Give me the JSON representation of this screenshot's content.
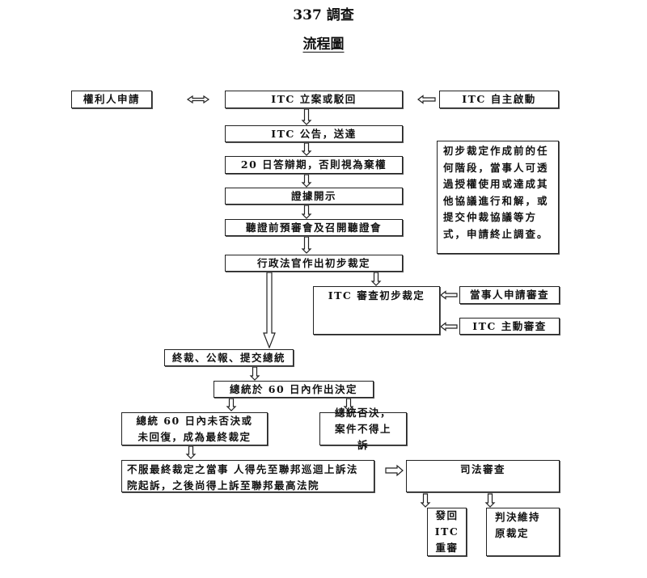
{
  "title": "337 調查",
  "subtitle": "流程圖",
  "nodes": {
    "rights_holder": "權利人申請",
    "itc_file_or_reject": "ITC 立案或駁回",
    "itc_self_initiate": "ITC 自主啟動",
    "itc_notice": "ITC 公告，送達",
    "response_period": "20 日答辯期，否則視為棄權",
    "discovery": "證據開示",
    "hearing": "聽證前預審會及召開聽證會",
    "initial_determination": "行政法官作出初步裁定",
    "note": "初步裁定作成前的任何階段，當事人可透過授權使用或達成其他協議進行和解，或提交仲裁協議等方式，申請終止調查。",
    "itc_review": "ITC 審查初步裁定",
    "party_petition": "當事人申請審查",
    "itc_own_review": "ITC 主動審查",
    "final_determination": "終裁、公報、提交總統",
    "president_decision": "總統於 60 日內作出決定",
    "no_veto": "總統 60 日內未否決或未回復，成為最終裁定",
    "veto": "總統否決，案件不得上訴",
    "appeal": "不服最終裁定之當事 人得先至聯邦巡迴上訴法院起訴，之後尚得上訴至聯邦最高法院",
    "judicial_review": "司法審查",
    "remand": "發回 ITC 重審",
    "affirm": "判決維持原裁定"
  }
}
